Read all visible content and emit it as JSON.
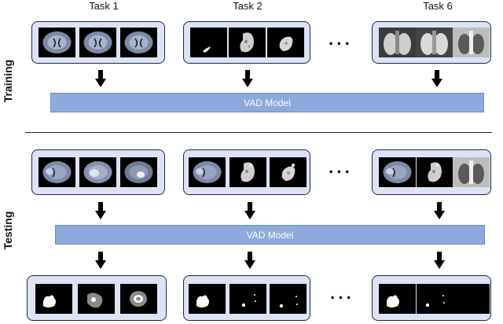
{
  "headers": {
    "task1": "Task 1",
    "task2": "Task 2",
    "task6": "Task 6"
  },
  "side_labels": {
    "training": "Training",
    "testing": "Testing"
  },
  "model_label": "VAD Model",
  "ellipsis": "···",
  "colors": {
    "group_fill": "#dde3f4",
    "group_border": "#1d2b46",
    "model_bar": "#8ea9db",
    "arrow": "#000000"
  },
  "image_kinds": {
    "brain_mri": "brain-mri-image",
    "brain_tumor_mri": "brain-tumor-mri-image",
    "liver_ct": "liver-ct-image",
    "chest_xray": "chest-xray-image",
    "segmentation_mask": "segmentation-mask-image"
  }
}
